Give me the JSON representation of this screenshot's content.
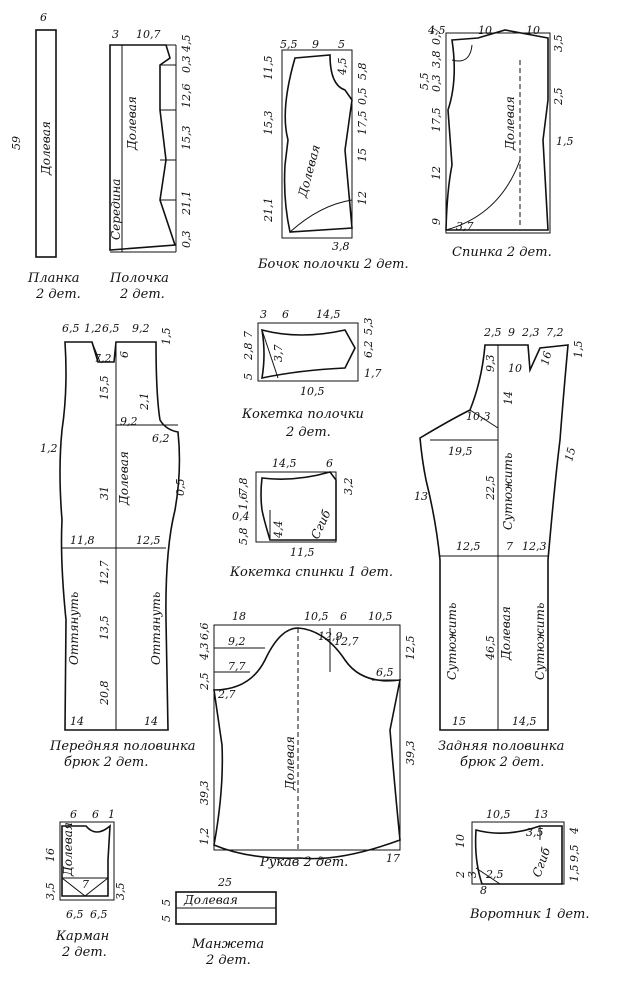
{
  "pieces": {
    "planka": {
      "caption_1": "Планка",
      "caption_2": "2 дет.",
      "grain": "Долевая",
      "dims": [
        "6",
        "59"
      ]
    },
    "polochka": {
      "caption_1": "Полочка",
      "caption_2": "2 дет.",
      "grain": "Долевая",
      "center": "Середина",
      "dims": [
        "3",
        "10,7",
        "4,5",
        "0,3",
        "12,6",
        "15,3",
        "21,1",
        "0,3"
      ]
    },
    "bochok": {
      "caption": "Бочок полочки 2 дет.",
      "grain": "Долевая",
      "dims": [
        "5,5",
        "9",
        "5",
        "11,5",
        "5,8",
        "0,5",
        "15,3",
        "17,5",
        "15",
        "21,1",
        "12",
        "3,8",
        "4,5"
      ]
    },
    "spinka": {
      "caption": "Спинка  2 дет.",
      "grain": "Долевая",
      "dims": [
        "4,5",
        "10",
        "10",
        "0,7",
        "3,8",
        "5,5",
        "3,5",
        "0,3",
        "2,5",
        "17,5",
        "1,5",
        "12",
        "9",
        "3,7"
      ]
    },
    "kokyetka_polochki": {
      "caption_1": "Кокетка полочки",
      "caption_2": "2 дет.",
      "dims": [
        "3",
        "6",
        "14,5",
        "7",
        "5,3",
        "2,8",
        "3,7",
        "6,2",
        "5",
        "1,7",
        "10,5"
      ]
    },
    "kokyetka_spinki": {
      "caption": "Кокетка спинки 1 дет.",
      "fold": "Сгиб",
      "dims": [
        "14,5",
        "6",
        "7,8",
        "1,6",
        "3,2",
        "0,4",
        "5,8",
        "4,4",
        "11,5"
      ]
    },
    "perednyaya": {
      "caption_1": "Передняя половинка",
      "caption_2": "брюк 2 дет.",
      "grain": "Долевая",
      "stretch": "Оттянуть",
      "dims": [
        "6,5",
        "1,2",
        "6,5",
        "9,2",
        "1,5",
        "7,2",
        "6",
        "15,5",
        "2,1",
        "9,2",
        "6,2",
        "1,2",
        "31",
        "0,5",
        "11,8",
        "12,5",
        "12,7",
        "13,5",
        "20,8",
        "14",
        "14"
      ]
    },
    "zadnyaya": {
      "caption_1": "Задняя половинка",
      "caption_2": "брюк 2 дет.",
      "grain": "Долевая",
      "shrink": "Сутюжить",
      "dims": [
        "2,5",
        "9",
        "2,3",
        "7,2",
        "1,5",
        "9,3",
        "10",
        "16",
        "14",
        "10,3",
        "19,5",
        "15",
        "13",
        "22,5",
        "12,5",
        "7",
        "12,3",
        "46,5",
        "15",
        "14,5"
      ]
    },
    "rukav": {
      "caption": "Рукав 2 дет.",
      "grain": "Долевая",
      "dims": [
        "18",
        "10,5",
        "6",
        "10,5",
        "6,6",
        "9,2",
        "12,9",
        "12,7",
        "12,5",
        "2,5",
        "4,3",
        "7,7",
        "6,5",
        "2,7",
        "39,3",
        "39,3",
        "1,2",
        "17"
      ]
    },
    "karman": {
      "caption_1": "Карман",
      "caption_2": "2 дет.",
      "grain": "Долевая",
      "dims": [
        "6",
        "6",
        "1",
        "16",
        "7",
        "3,5",
        "3,5",
        "6,5",
        "6,5"
      ]
    },
    "manzheta": {
      "caption_1": "Манжета",
      "caption_2": "2 дет.",
      "grain": "Долевая",
      "dims": [
        "25",
        "5",
        "5"
      ]
    },
    "vorotnik": {
      "caption": "Воротник 1 дет.",
      "fold": "Сгиб",
      "dims": [
        "10,5",
        "13",
        "4",
        "10",
        "3,5",
        "9,5",
        "2",
        "3",
        "1,5",
        "8",
        "2,5"
      ]
    }
  }
}
